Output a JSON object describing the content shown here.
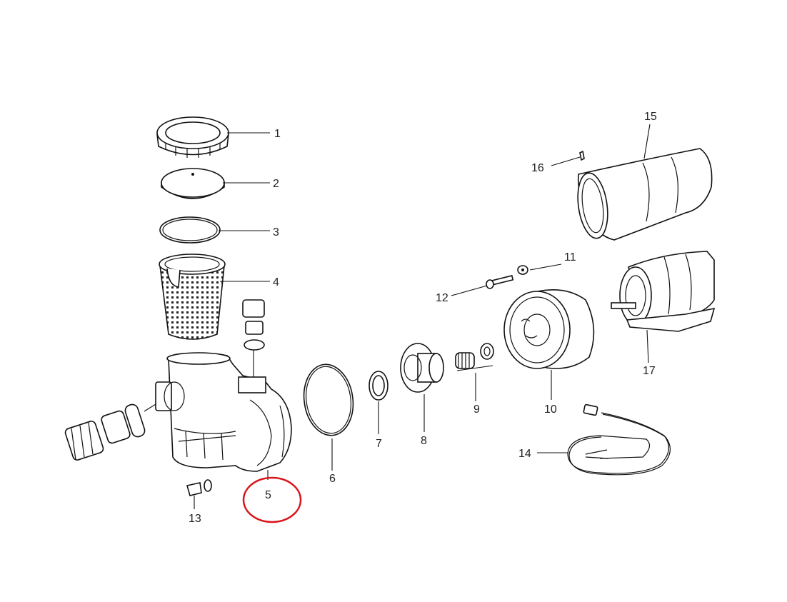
{
  "diagram": {
    "callouts": [
      {
        "id": "1",
        "text": "1"
      },
      {
        "id": "2",
        "text": "2"
      },
      {
        "id": "3",
        "text": "3"
      },
      {
        "id": "4",
        "text": "4"
      },
      {
        "id": "5",
        "text": "5"
      },
      {
        "id": "6",
        "text": "6"
      },
      {
        "id": "7",
        "text": "7"
      },
      {
        "id": "8",
        "text": "8"
      },
      {
        "id": "9",
        "text": "9"
      },
      {
        "id": "10",
        "text": "10"
      },
      {
        "id": "11",
        "text": "11"
      },
      {
        "id": "12",
        "text": "12"
      },
      {
        "id": "13",
        "text": "13"
      },
      {
        "id": "14",
        "text": "14"
      },
      {
        "id": "15",
        "text": "15"
      },
      {
        "id": "16",
        "text": "16"
      },
      {
        "id": "17",
        "text": "17"
      }
    ],
    "highlight": {
      "target": "5",
      "color": "#d9141b"
    },
    "line_color": "#111111"
  }
}
